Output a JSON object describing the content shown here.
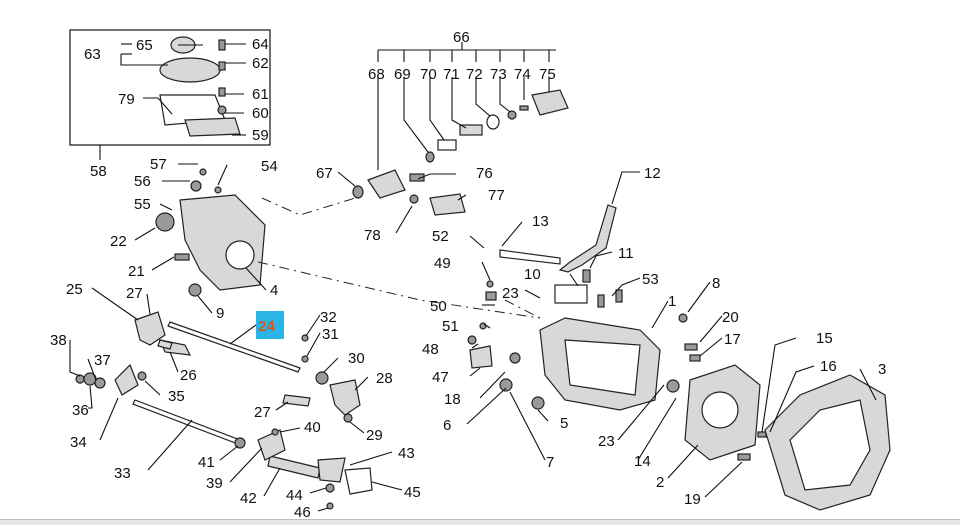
{
  "highlight": {
    "label": "24",
    "bg_color": "#29b6e6",
    "text_color": "#d9541f"
  },
  "callouts": [
    {
      "id": "c63",
      "label": "63"
    },
    {
      "id": "c65",
      "label": "65"
    },
    {
      "id": "c64",
      "label": "64"
    },
    {
      "id": "c62",
      "label": "62"
    },
    {
      "id": "c79",
      "label": "79"
    },
    {
      "id": "c61",
      "label": "61"
    },
    {
      "id": "c60",
      "label": "60"
    },
    {
      "id": "c59",
      "label": "59"
    },
    {
      "id": "c58",
      "label": "58"
    },
    {
      "id": "c57",
      "label": "57"
    },
    {
      "id": "c56",
      "label": "56"
    },
    {
      "id": "c54",
      "label": "54"
    },
    {
      "id": "c55",
      "label": "55"
    },
    {
      "id": "c22",
      "label": "22"
    },
    {
      "id": "c21",
      "label": "21"
    },
    {
      "id": "c9",
      "label": "9"
    },
    {
      "id": "c4",
      "label": "4"
    },
    {
      "id": "c66",
      "label": "66"
    },
    {
      "id": "c68",
      "label": "68"
    },
    {
      "id": "c69",
      "label": "69"
    },
    {
      "id": "c70",
      "label": "70"
    },
    {
      "id": "c71",
      "label": "71"
    },
    {
      "id": "c72",
      "label": "72"
    },
    {
      "id": "c73",
      "label": "73"
    },
    {
      "id": "c74",
      "label": "74"
    },
    {
      "id": "c75",
      "label": "75"
    },
    {
      "id": "c67",
      "label": "67"
    },
    {
      "id": "c76",
      "label": "76"
    },
    {
      "id": "c77",
      "label": "77"
    },
    {
      "id": "c78",
      "label": "78"
    },
    {
      "id": "c12",
      "label": "12"
    },
    {
      "id": "c13",
      "label": "13"
    },
    {
      "id": "c52",
      "label": "52"
    },
    {
      "id": "c11",
      "label": "11"
    },
    {
      "id": "c10",
      "label": "10"
    },
    {
      "id": "c53",
      "label": "53"
    },
    {
      "id": "c49",
      "label": "49"
    },
    {
      "id": "c23a",
      "label": "23"
    },
    {
      "id": "c8",
      "label": "8"
    },
    {
      "id": "c50",
      "label": "50"
    },
    {
      "id": "c1",
      "label": "1"
    },
    {
      "id": "c51",
      "label": "51"
    },
    {
      "id": "c48",
      "label": "48"
    },
    {
      "id": "c47",
      "label": "47"
    },
    {
      "id": "c18",
      "label": "18"
    },
    {
      "id": "c6",
      "label": "6"
    },
    {
      "id": "c5",
      "label": "5"
    },
    {
      "id": "c7",
      "label": "7"
    },
    {
      "id": "c23b",
      "label": "23"
    },
    {
      "id": "c14",
      "label": "14"
    },
    {
      "id": "c20",
      "label": "20"
    },
    {
      "id": "c17",
      "label": "17"
    },
    {
      "id": "c15",
      "label": "15"
    },
    {
      "id": "c16",
      "label": "16"
    },
    {
      "id": "c3",
      "label": "3"
    },
    {
      "id": "c2",
      "label": "2"
    },
    {
      "id": "c19",
      "label": "19"
    },
    {
      "id": "c25",
      "label": "25"
    },
    {
      "id": "c27a",
      "label": "27"
    },
    {
      "id": "c32",
      "label": "32"
    },
    {
      "id": "c31",
      "label": "31"
    },
    {
      "id": "c26",
      "label": "26"
    },
    {
      "id": "c30",
      "label": "30"
    },
    {
      "id": "c38",
      "label": "38"
    },
    {
      "id": "c37",
      "label": "37"
    },
    {
      "id": "c35",
      "label": "35"
    },
    {
      "id": "c36",
      "label": "36"
    },
    {
      "id": "c28",
      "label": "28"
    },
    {
      "id": "c27b",
      "label": "27"
    },
    {
      "id": "c29",
      "label": "29"
    },
    {
      "id": "c34",
      "label": "34"
    },
    {
      "id": "c40",
      "label": "40"
    },
    {
      "id": "c33",
      "label": "33"
    },
    {
      "id": "c41",
      "label": "41"
    },
    {
      "id": "c43",
      "label": "43"
    },
    {
      "id": "c39",
      "label": "39"
    },
    {
      "id": "c42",
      "label": "42"
    },
    {
      "id": "c44",
      "label": "44"
    },
    {
      "id": "c45",
      "label": "45"
    },
    {
      "id": "c46",
      "label": "46"
    }
  ]
}
